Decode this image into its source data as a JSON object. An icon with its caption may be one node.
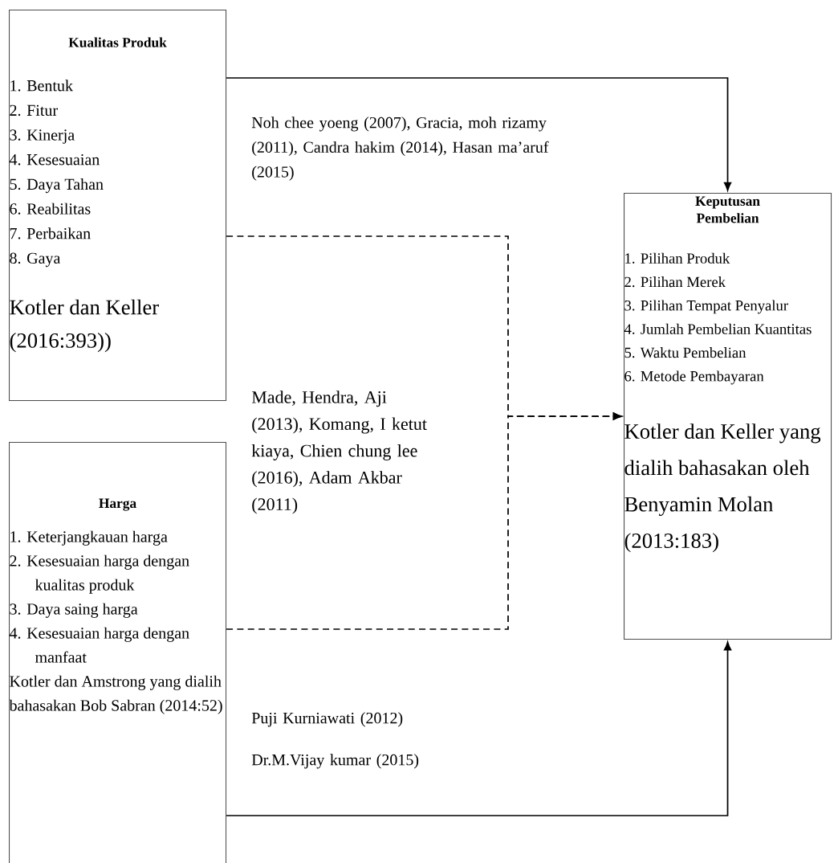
{
  "diagram": {
    "nodes": [
      {
        "text": [
          "Kualitas Produk",
          "1. Bentuk",
          "2. Fitur",
          "3. Kinerja",
          "4. Kesesuaian",
          "5. Daya Tahan",
          "6. Reabilitas",
          "7. Perbaikan",
          "8. Gaya",
          "Kotler dan Keller (2016:393))"
        ]
      },
      {
        "text": [
          "Harga",
          "1. Keterjangkauan harga",
          "2. Kesesuaian harga dengan kualitas produk",
          "3. Daya saing harga",
          "4. Kesesuaian harga dengan manfaat",
          "Kotler dan Amstrong yang dialih bahasakan Bob Sabran (2014:52)"
        ]
      },
      {
        "text": [
          "Keputusan Pembelian",
          "1. Pilihan Produk",
          "2. Pilihan Merek",
          "3. Pilihan Tempat Penyalur",
          "4. Jumlah Pembelian Kuantitas",
          "5. Waktu Pembelian",
          "6. Metode Pembayaran",
          "Kotler dan Keller yang dialih bahasakan oleh Benyamin Molan (2013:183)"
        ]
      }
    ],
    "edges": [
      {
        "from": 0,
        "to": 2,
        "arrow": "to"
      },
      {
        "from": 0,
        "to": 2,
        "arrow": "to",
        "style": "dashed"
      },
      {
        "from": 1,
        "to": 2,
        "arrow": "to",
        "style": "dashed"
      },
      {
        "from": 1,
        "to": 2,
        "arrow": "to"
      }
    ],
    "labels": [
      "Noh chee yoeng (2007), Gracia, moh rizamy (2011), Candra hakim (2014), Hasan ma’aruf (2015)",
      "Made, Hendra, Aji (2013), Komang, I ketut kiaya, Chien chung lee (2016), Adam Akbar (2011)",
      "Puji Kurniawati (2012)",
      "Dr.M.Vijay kumar (2015)"
    ]
  }
}
